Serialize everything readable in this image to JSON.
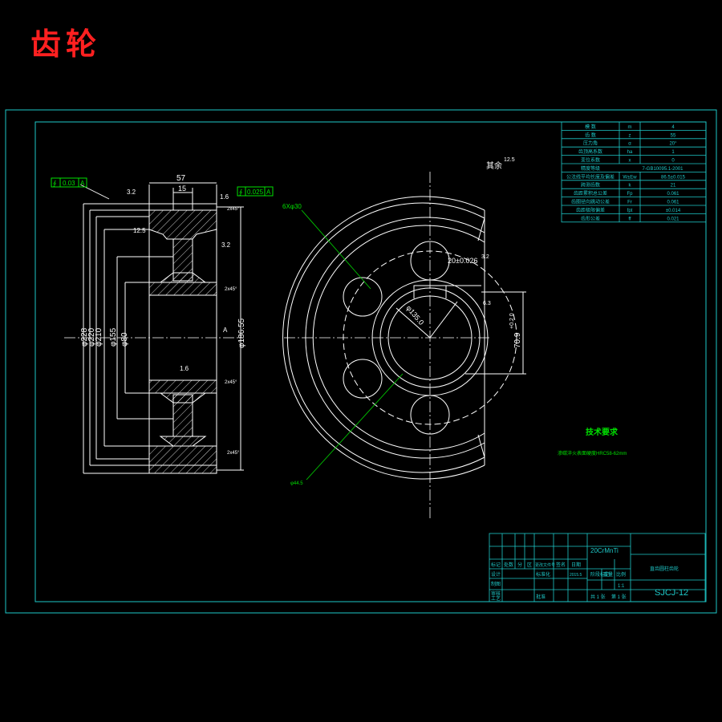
{
  "title": "齿轮",
  "colors": {
    "frame": "#1ec8c8",
    "line": "#ffffff",
    "leader": "#00c800",
    "title": "#ff2020",
    "green_text": "#00e000"
  },
  "left_view": {
    "tol_box_left": [
      "∮",
      "0.03",
      "A"
    ],
    "tol_box_right": [
      "∮",
      "0.025",
      "A"
    ],
    "dim_width": "57",
    "dim_hub": "15",
    "roughness_top": "3.2",
    "roughness_right": "1.6",
    "roughness_mid": "1.6",
    "roughness_side": "3.2",
    "roughness_face": "12.5",
    "chamfer_1": "2x45°",
    "chamfer_2": "2x45°",
    "chamfer_3": "2x45°",
    "chamfer_4": "2x45°",
    "datum": "A",
    "dim_d1": "φ228",
    "dim_d2": "φ220",
    "dim_d3": "φ210",
    "dim_d4": "φ155",
    "dim_d5": "φ80",
    "dim_bore": "φ186.55"
  },
  "right_view": {
    "others_label": "其余",
    "others_roughness": "12.5",
    "holes": "6Xφ30",
    "keyway": "20±0.026",
    "keyway_roughness": "3.2",
    "depth": "70.9",
    "depth_tol": "+0.2\n0",
    "bore": "φ135.0",
    "pcd": "φ44.5",
    "sym_roughness": "6.3"
  },
  "tech": {
    "heading": "技术要求",
    "note": "渗碳淬火表面硬度HRC58-62mm"
  },
  "param_table": [
    [
      "模 数",
      "m",
      "4"
    ],
    [
      "齿 数",
      "z",
      "55"
    ],
    [
      "压力角",
      "α",
      "20°"
    ],
    [
      "齿顶高系数",
      "ha",
      "1"
    ],
    [
      "变位系数",
      "x",
      "0"
    ],
    [
      "精度等级",
      "7-GB10095.1-2001",
      ""
    ],
    [
      "公法线平均长度及偏差",
      "W±Ew",
      "86.5±0.015"
    ],
    [
      "跨测齿数",
      "k",
      "21"
    ],
    [
      "齿距累积总公差",
      "Fp",
      "0.061"
    ],
    [
      "齿圈径向跳动公差",
      "Fr",
      "0.061"
    ],
    [
      "齿距极限偏差",
      "fpt",
      "±0.014"
    ],
    [
      "齿形公差",
      "ff",
      "0.021"
    ]
  ],
  "title_block": {
    "material": "20CrMnTi",
    "name": "直齿圆柱齿轮",
    "drawing_no": "SJCJ-12",
    "headers": [
      "标记",
      "处数",
      "分",
      "区",
      "更改文件号",
      "签名",
      "日期"
    ],
    "rows": [
      "设计",
      "制图",
      "审核",
      "工艺"
    ],
    "stage": "阶段标记",
    "weight": "重量",
    "scale": "比例",
    "scale_value": "1:1",
    "sheets": "共 1 张",
    "sheet": "第 1 张",
    "std": "标准化",
    "approve": "批准",
    "date": "2015.5"
  }
}
